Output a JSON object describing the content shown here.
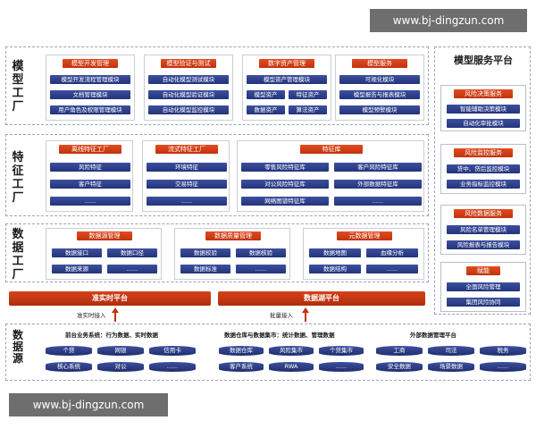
{
  "watermarks": {
    "top": "www.bj-dingzun.com",
    "bottom": "www.bj-dingzun.com"
  },
  "model_factory": {
    "label": "模型工厂",
    "groups": [
      {
        "title": "模型开发管理",
        "items": [
          "模型开发流程管理模块",
          "文档管理模块",
          "用户角色及权限管理模块"
        ]
      },
      {
        "title": "模型验证与测试",
        "items": [
          "自动化模型测试模块",
          "自动化模型验证模块",
          "自动化模型监控模块"
        ]
      },
      {
        "title": "数字资产管理",
        "items": [
          "模型资产管理模块",
          "模型资产",
          "特征资产",
          "数据资产",
          "算法资产"
        ]
      },
      {
        "title": "模型服务",
        "items": [
          "可视化模块",
          "模型报告与报表模块",
          "模型预警模块"
        ]
      }
    ]
  },
  "feature_factory": {
    "label": "特征工厂",
    "groups": [
      {
        "title": "离线特征工厂",
        "items": [
          "风险特征",
          "客户特征",
          "......"
        ]
      },
      {
        "title": "流式特征工厂",
        "items": [
          "环境特征",
          "交易特征",
          "......"
        ]
      },
      {
        "title": "特征库",
        "items": [
          "零售风险特征库",
          "客户风险特征库",
          "对公风险特征库",
          "外部数据特征库",
          "网络图谱特征库",
          "......"
        ]
      }
    ]
  },
  "data_factory": {
    "label": "数据工厂",
    "groups": [
      {
        "title": "数据源管理",
        "items": [
          "数据接口",
          "数据口径",
          "数据来源",
          "......"
        ]
      },
      {
        "title": "数据质量管理",
        "items": [
          "数据校验",
          "数据核验",
          "数据标准",
          "......"
        ]
      },
      {
        "title": "元数据管理",
        "items": [
          "数据地图",
          "血缘分析",
          "数据结构",
          "......"
        ]
      }
    ]
  },
  "platforms": {
    "realtime": "准实时平台",
    "realtime_ingest": "准实时接入",
    "datalake": "数据湖平台",
    "batch_ingest": "批量接入"
  },
  "data_source": {
    "label": "数据源",
    "groups": [
      {
        "title": "前台业务系统：行为数据、实时数据",
        "items": [
          "个贷",
          "网银",
          "信用卡",
          "核心系统",
          "对公",
          "......"
        ]
      },
      {
        "title": "数据仓库与数据集市：统计数据、管理数据",
        "items": [
          "数据仓库",
          "风险集市",
          "个贷集市",
          "客户系统",
          "RWA",
          "......"
        ]
      },
      {
        "title": "外部数据管理平台",
        "items": [
          "工商",
          "司法",
          "税务",
          "安全数据",
          "场景数据",
          "......"
        ]
      }
    ]
  },
  "model_service": {
    "title": "模型服务平台",
    "groups": [
      {
        "title": "风险决策服务",
        "items": [
          "智能辅助决策模块",
          "自动化审批模块"
        ]
      },
      {
        "title": "风险监控服务",
        "items": [
          "贷中、贷后监控模块",
          "业务指标监控模块"
        ]
      },
      {
        "title": "风险数据服务",
        "items": [
          "风险名单管理模块",
          "风险报表与报告模块"
        ]
      },
      {
        "title": "赋能",
        "items": [
          "全面风险管理",
          "集团风险协同"
        ]
      }
    ]
  }
}
